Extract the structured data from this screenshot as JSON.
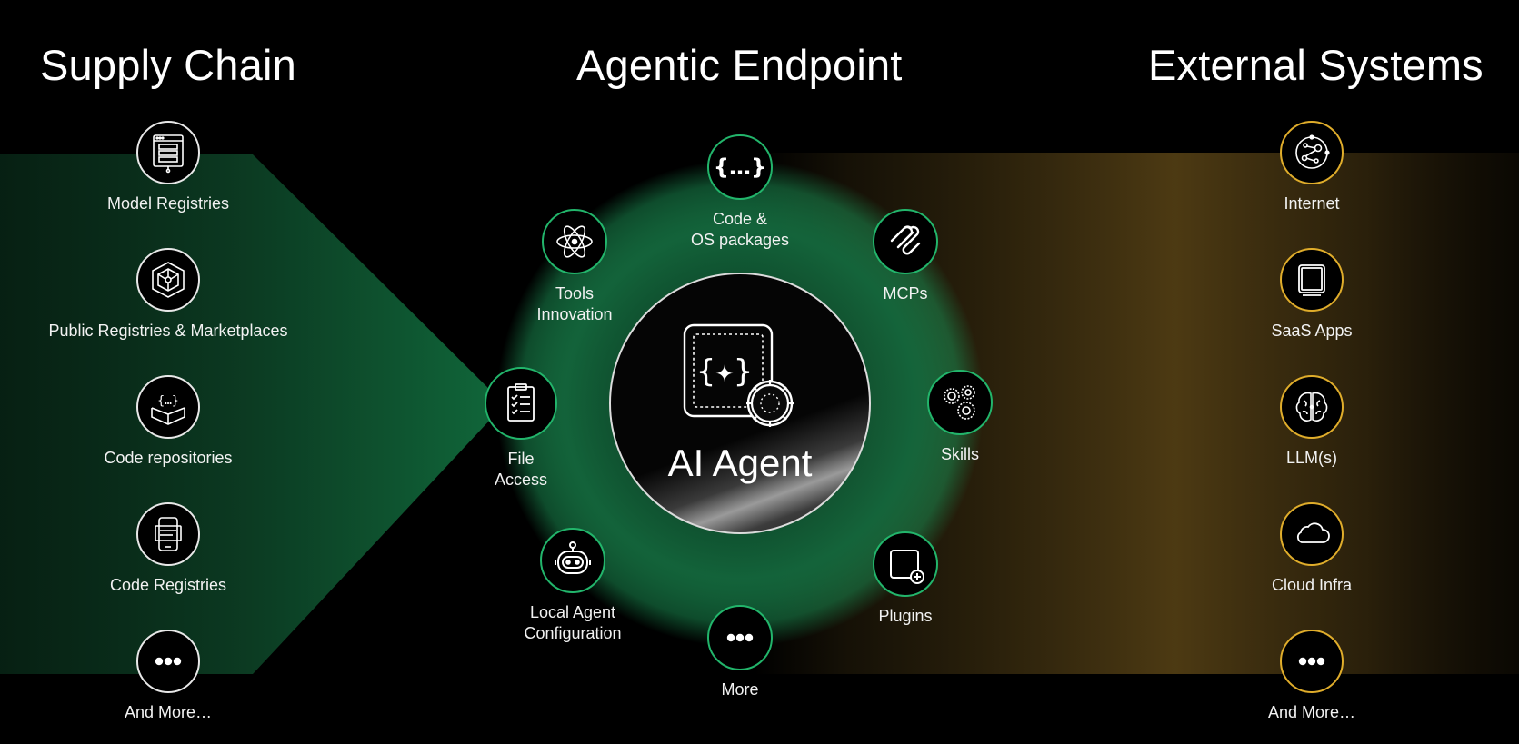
{
  "titles": {
    "supply_chain": "Supply Chain",
    "agentic_endpoint": "Agentic Endpoint",
    "external_systems": "External Systems"
  },
  "core": {
    "label": "AI Agent"
  },
  "supply_chain": [
    {
      "label": "Model Registries",
      "icon": "model-registries-icon"
    },
    {
      "label": "Public Registries & Marketplaces",
      "icon": "public-registries-icon"
    },
    {
      "label": "Code repositories",
      "icon": "code-repositories-icon"
    },
    {
      "label": "Code Registries",
      "icon": "code-registries-icon"
    },
    {
      "label": "And More…",
      "icon": "more-icon"
    }
  ],
  "endpoint": [
    {
      "label": "Code &\nOS packages",
      "icon": "code-braces-icon"
    },
    {
      "label": "MCPs",
      "icon": "mcp-icon"
    },
    {
      "label": "Skills",
      "icon": "gears-icon"
    },
    {
      "label": "Plugins",
      "icon": "plugin-add-icon"
    },
    {
      "label": "More",
      "icon": "more-icon"
    },
    {
      "label": "Local Agent\nConfiguration",
      "icon": "robot-icon"
    },
    {
      "label": "File\nAccess",
      "icon": "checklist-icon"
    },
    {
      "label": "Tools\nInnovation",
      "icon": "atom-icon"
    }
  ],
  "external_systems": [
    {
      "label": "Internet",
      "icon": "network-globe-icon"
    },
    {
      "label": "SaaS Apps",
      "icon": "app-window-icon"
    },
    {
      "label": "LLM(s)",
      "icon": "brain-icon"
    },
    {
      "label": "Cloud Infra",
      "icon": "cloud-icon"
    },
    {
      "label": "And More…",
      "icon": "more-icon"
    }
  ],
  "colors": {
    "background": "#000000",
    "supply_accent": "#22b56b",
    "external_accent": "#e0ad2b",
    "supply_node_border": "#e8e8e8",
    "text": "#ffffff"
  }
}
